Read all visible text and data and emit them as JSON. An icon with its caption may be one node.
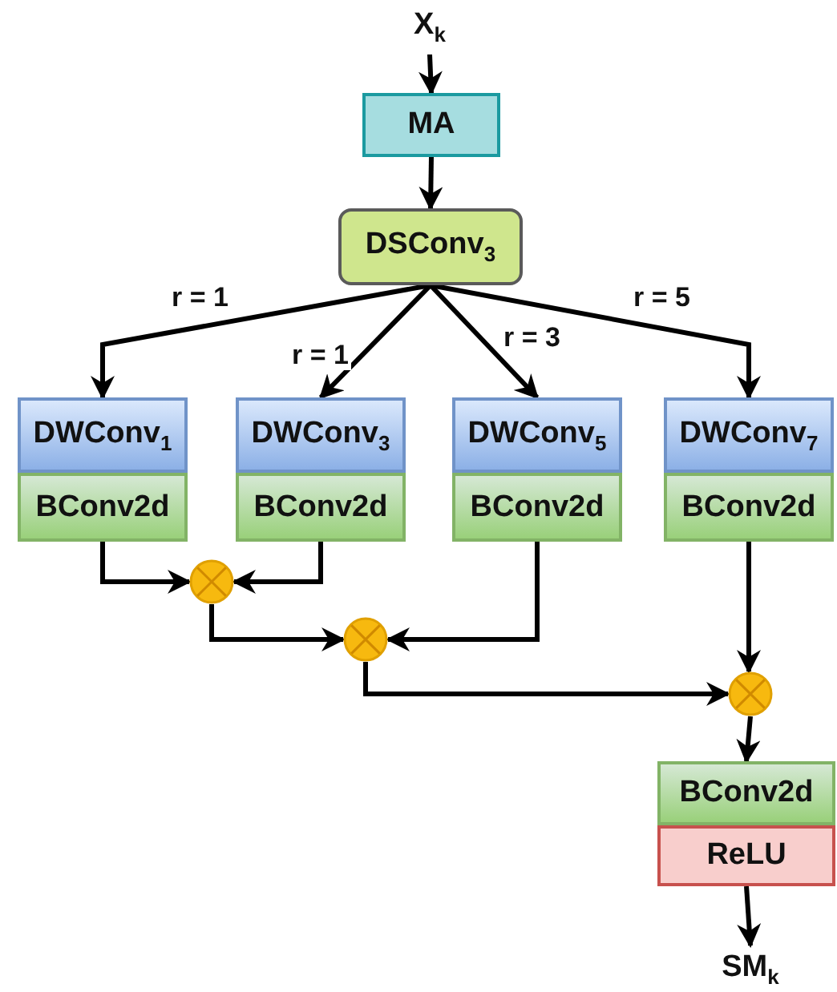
{
  "diagram": {
    "nodes": [
      {
        "text": [
          "X$_{k}$"
        ]
      },
      {
        "text": [
          "MA"
        ]
      },
      {
        "text": [
          "DSConv$_{3}$"
        ]
      },
      {
        "text": [
          "DWConv$_{1}$"
        ]
      },
      {
        "text": [
          "BConv2d"
        ]
      },
      {
        "text": [
          "DWConv$_{3}$"
        ]
      },
      {
        "text": [
          "BConv2d"
        ]
      },
      {
        "text": [
          "DWConv$_{5}$"
        ]
      },
      {
        "text": [
          "BConv2d"
        ]
      },
      {
        "text": [
          "DWConv$_{7}$"
        ]
      },
      {
        "text": [
          "BConv2d"
        ]
      },
      {
        "text": [],
        "shape": "circle"
      },
      {
        "text": [],
        "shape": "circle"
      },
      {
        "text": [],
        "shape": "circle"
      },
      {
        "text": [
          "BConv2d"
        ]
      },
      {
        "text": [
          "ReLU"
        ]
      },
      {
        "text": [
          "SM$_{k}$"
        ]
      }
    ],
    "edges": [
      {
        "from": 0,
        "to": 1,
        "arrow": "to"
      },
      {
        "from": 1,
        "to": 2,
        "arrow": "to"
      },
      {
        "from": 2,
        "to": 3,
        "arrow": "to",
        "label": "r = 1"
      },
      {
        "from": 2,
        "to": 5,
        "arrow": "to",
        "label": "r = 1"
      },
      {
        "from": 2,
        "to": 7,
        "arrow": "to",
        "label": "r = 3"
      },
      {
        "from": 2,
        "to": 9,
        "arrow": "to",
        "label": "r = 5"
      },
      {
        "from": 4,
        "to": 11,
        "arrow": "to"
      },
      {
        "from": 6,
        "to": 11,
        "arrow": "to"
      },
      {
        "from": 11,
        "to": 12,
        "arrow": "to"
      },
      {
        "from": 8,
        "to": 12,
        "arrow": "to"
      },
      {
        "from": 12,
        "to": 13,
        "arrow": "to"
      },
      {
        "from": 10,
        "to": 13,
        "arrow": "to"
      },
      {
        "from": 13,
        "to": 14,
        "arrow": "to"
      },
      {
        "from": 15,
        "to": 16,
        "arrow": "to"
      }
    ]
  }
}
